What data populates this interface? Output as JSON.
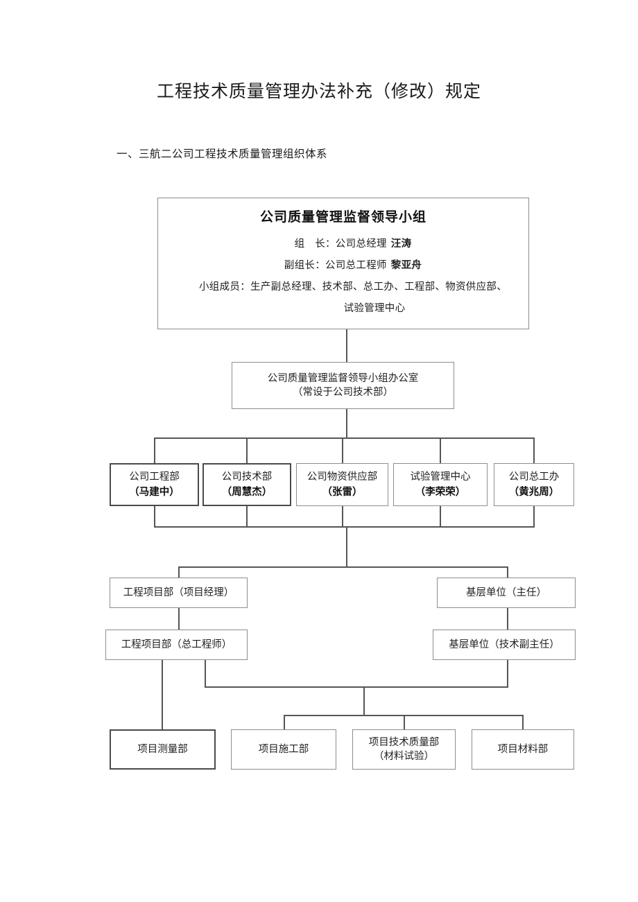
{
  "document": {
    "title": "工程技术质量管理办法补充（修改）规定",
    "section_heading": "一、三航二公司工程技术质量管理组织体系"
  },
  "chart_data": {
    "type": "diagram",
    "title": "三航二公司工程技术质量管理组织体系",
    "nodes": {
      "leadership_group": {
        "title": "公司质量管理监督领导小组",
        "rows": [
          {
            "label": "组　长：公司总经理",
            "name": "汪涛"
          },
          {
            "label": "副组长：公司总工程师",
            "name": "黎亚舟"
          },
          {
            "label": "小组成员：生产副总经理、技术部、总工办、工程部、物资供应部、",
            "name": ""
          },
          {
            "label": "试验管理中心",
            "name": ""
          }
        ]
      },
      "office": {
        "line1": "公司质量管理监督领导小组办公室",
        "line2": "（常设于公司技术部）"
      },
      "departments": [
        {
          "line1": "公司工程部",
          "line2": "（马建中）"
        },
        {
          "line1": "公司技术部",
          "line2": "（周慧杰）"
        },
        {
          "line1": "公司物资供应部",
          "line2": "（张雷）"
        },
        {
          "line1": "试验管理中心",
          "line2": "（李荣荣）"
        },
        {
          "line1": "公司总工办",
          "line2": "（黄兆周）"
        }
      ],
      "mid_left_top": "工程项目部（项目经理）",
      "mid_left_bottom": "工程项目部（总工程师）",
      "mid_right_top": "基层单位（主任）",
      "mid_right_bottom": "基层单位（技术副主任）",
      "bottom": [
        {
          "line1": "项目测量部",
          "line2": ""
        },
        {
          "line1": "项目施工部",
          "line2": ""
        },
        {
          "line1": "项目技术质量部",
          "line2": "（材料试验）"
        },
        {
          "line1": "项目材料部",
          "line2": ""
        }
      ]
    },
    "colors": {
      "box_border": "#8d8d8d",
      "box_border_thick": "#4a4a4a",
      "connector": "#555555",
      "text": "#1f1f1f",
      "background": "#ffffff"
    }
  }
}
